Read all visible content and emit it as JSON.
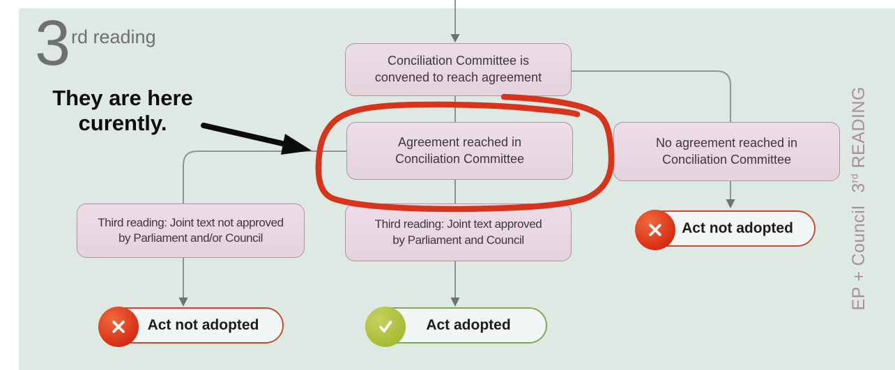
{
  "stage_title": {
    "number": "3",
    "suffix": "rd reading"
  },
  "annotation": {
    "lines": [
      "They are here",
      "curently."
    ]
  },
  "boxes": {
    "convened": {
      "lines": [
        "Conciliation Committee is",
        "convened to reach agreement"
      ]
    },
    "agreement": {
      "lines": [
        "Agreement reached in",
        "Conciliation Committee"
      ]
    },
    "no_agreement": {
      "lines": [
        "No agreement reached in",
        "Conciliation Committee"
      ]
    },
    "joint_text_not_approved": {
      "lines": [
        "Third reading: Joint text not approved",
        "by Parliament and/or Council"
      ]
    },
    "joint_text_approved": {
      "lines": [
        "Third reading: Joint text approved",
        "by Parliament and Council"
      ]
    }
  },
  "outcomes": {
    "right": {
      "label": "Act not adopted",
      "icon": "cross-icon",
      "status": "rejected"
    },
    "bottom_left": {
      "label": "Act not adopted",
      "icon": "cross-icon",
      "status": "rejected"
    },
    "bottom_center": {
      "label": "Act adopted",
      "icon": "check-icon",
      "status": "adopted"
    }
  },
  "side_label": {
    "pre": "EP + Council",
    "num": "3",
    "sup": "rd",
    "post": "READING"
  },
  "colors": {
    "diagram_background": "#dee9e4",
    "node_fill": "#e8d8e2",
    "node_border": "#aa92a1",
    "connector_gray": "#8f9294",
    "highlight_red": "#d6341c",
    "reject_red": "#d62a12",
    "adopt_green": "#a5bb31",
    "side_label_mauve": "#ad8c9d",
    "title_gray": "#6f7072"
  }
}
